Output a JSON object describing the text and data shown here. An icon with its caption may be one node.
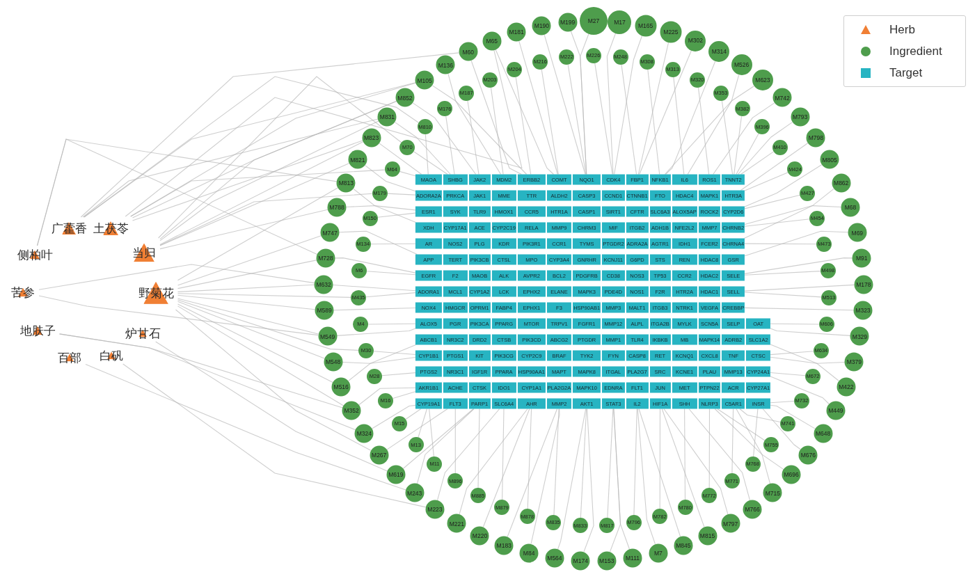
{
  "diagram": {
    "nodes": [
      {
        "text": [
          "广藿香"
        ]
      },
      {
        "text": [
          "土茯苓"
        ]
      },
      {
        "text": [
          "侧柏叶"
        ]
      },
      {
        "text": [
          "当归"
        ]
      },
      {
        "text": [
          "苦参"
        ]
      },
      {
        "text": [
          "野菊花"
        ]
      },
      {
        "text": [
          "地肤子"
        ]
      },
      {
        "text": [
          "炉甘石"
        ]
      },
      {
        "text": [
          "百部"
        ]
      },
      {
        "text": [
          "白矾"
        ]
      },
      {
        "text": [
          "M27"
        ]
      },
      {
        "text": [
          "M17"
        ]
      },
      {
        "text": [
          "M165"
        ]
      },
      {
        "text": [
          "M225"
        ]
      },
      {
        "text": [
          "M302"
        ]
      },
      {
        "text": [
          "M314"
        ]
      },
      {
        "text": [
          "M526"
        ]
      },
      {
        "text": [
          "M623"
        ]
      },
      {
        "text": [
          "M742"
        ]
      },
      {
        "text": [
          "M793"
        ]
      },
      {
        "text": [
          "M798"
        ]
      },
      {
        "text": [
          "M805"
        ]
      },
      {
        "text": [
          "M862"
        ]
      },
      {
        "text": [
          "M68"
        ]
      },
      {
        "text": [
          "M69"
        ]
      },
      {
        "text": [
          "M91"
        ]
      },
      {
        "text": [
          "M178"
        ]
      },
      {
        "text": [
          "M323"
        ]
      },
      {
        "text": [
          "M329"
        ]
      },
      {
        "text": [
          "M379"
        ]
      },
      {
        "text": [
          "M422"
        ]
      },
      {
        "text": [
          "M449"
        ]
      },
      {
        "text": [
          "M648"
        ]
      },
      {
        "text": [
          "M676"
        ]
      },
      {
        "text": [
          "M696"
        ]
      },
      {
        "text": [
          "M715"
        ]
      },
      {
        "text": [
          "M766"
        ]
      },
      {
        "text": [
          "M797"
        ]
      },
      {
        "text": [
          "M815"
        ]
      },
      {
        "text": [
          "M845"
        ]
      },
      {
        "text": [
          "M7"
        ]
      },
      {
        "text": [
          "M111"
        ]
      },
      {
        "text": [
          "M153"
        ]
      },
      {
        "text": [
          "M174"
        ]
      },
      {
        "text": [
          "M564"
        ]
      },
      {
        "text": [
          "M84"
        ]
      },
      {
        "text": [
          "M183"
        ]
      },
      {
        "text": [
          "M220"
        ]
      },
      {
        "text": [
          "M221"
        ]
      },
      {
        "text": [
          "M223"
        ]
      },
      {
        "text": [
          "M243"
        ]
      },
      {
        "text": [
          "M619"
        ]
      },
      {
        "text": [
          "M267"
        ]
      },
      {
        "text": [
          "M324"
        ]
      },
      {
        "text": [
          "M352"
        ]
      },
      {
        "text": [
          "M516"
        ]
      },
      {
        "text": [
          "M548"
        ]
      },
      {
        "text": [
          "M549"
        ]
      },
      {
        "text": [
          "M589"
        ]
      },
      {
        "text": [
          "M632"
        ]
      },
      {
        "text": [
          "M728"
        ]
      },
      {
        "text": [
          "M747"
        ]
      },
      {
        "text": [
          "M788"
        ]
      },
      {
        "text": [
          "M813"
        ]
      },
      {
        "text": [
          "M821"
        ]
      },
      {
        "text": [
          "M823"
        ]
      },
      {
        "text": [
          "M831"
        ]
      },
      {
        "text": [
          "M852"
        ]
      },
      {
        "text": [
          "M105"
        ]
      },
      {
        "text": [
          "M136"
        ]
      },
      {
        "text": [
          "M60"
        ]
      },
      {
        "text": [
          "M65"
        ]
      },
      {
        "text": [
          "M181"
        ]
      },
      {
        "text": [
          "M190"
        ]
      },
      {
        "text": [
          "M199"
        ]
      },
      {
        "text": [
          "M226"
        ]
      },
      {
        "text": [
          "M248"
        ]
      },
      {
        "text": [
          "M308"
        ]
      },
      {
        "text": [
          "M313"
        ]
      },
      {
        "text": [
          "M320"
        ]
      },
      {
        "text": [
          "M353"
        ]
      },
      {
        "text": [
          "M382"
        ]
      },
      {
        "text": [
          "M396"
        ]
      },
      {
        "text": [
          "M410"
        ]
      },
      {
        "text": [
          "M424"
        ]
      },
      {
        "text": [
          "M427"
        ]
      },
      {
        "text": [
          "M454"
        ]
      },
      {
        "text": [
          "M473"
        ]
      },
      {
        "text": [
          "M498"
        ]
      },
      {
        "text": [
          "M513"
        ]
      },
      {
        "text": [
          "M606"
        ]
      },
      {
        "text": [
          "M634"
        ]
      },
      {
        "text": [
          "M672"
        ]
      },
      {
        "text": [
          "M732"
        ]
      },
      {
        "text": [
          "M741"
        ]
      },
      {
        "text": [
          "M755"
        ]
      },
      {
        "text": [
          "M768"
        ]
      },
      {
        "text": [
          "M771"
        ]
      },
      {
        "text": [
          "M772"
        ]
      },
      {
        "text": [
          "M780"
        ]
      },
      {
        "text": [
          "M782"
        ]
      },
      {
        "text": [
          "M796"
        ]
      },
      {
        "text": [
          "M817"
        ]
      },
      {
        "text": [
          "M833"
        ]
      },
      {
        "text": [
          "M835"
        ]
      },
      {
        "text": [
          "M878"
        ]
      },
      {
        "text": [
          "M879"
        ]
      },
      {
        "text": [
          "M885"
        ]
      },
      {
        "text": [
          "M896"
        ]
      },
      {
        "text": [
          "M11"
        ]
      },
      {
        "text": [
          "M13"
        ]
      },
      {
        "text": [
          "M15"
        ]
      },
      {
        "text": [
          "M16"
        ]
      },
      {
        "text": [
          "M28"
        ]
      },
      {
        "text": [
          "M30"
        ]
      },
      {
        "text": [
          "M4"
        ]
      },
      {
        "text": [
          "M435"
        ]
      },
      {
        "text": [
          "M6"
        ]
      },
      {
        "text": [
          "M134"
        ]
      },
      {
        "text": [
          "M150"
        ]
      },
      {
        "text": [
          "M179"
        ]
      },
      {
        "text": [
          "M64"
        ]
      },
      {
        "text": [
          "M70"
        ]
      },
      {
        "text": [
          "M810"
        ]
      },
      {
        "text": [
          "M176"
        ]
      },
      {
        "text": [
          "M187"
        ]
      },
      {
        "text": [
          "M203"
        ]
      },
      {
        "text": [
          "M204"
        ]
      },
      {
        "text": [
          "M216"
        ]
      },
      {
        "text": [
          "M222"
        ]
      },
      {
        "text": [
          "MAOA"
        ]
      },
      {
        "text": [
          "SHBG"
        ]
      },
      {
        "text": [
          "JAK2"
        ]
      },
      {
        "text": [
          "MDM2"
        ]
      },
      {
        "text": [
          "ERBB2"
        ]
      },
      {
        "text": [
          "COMT"
        ]
      },
      {
        "text": [
          "NQO1"
        ]
      },
      {
        "text": [
          "CDK4"
        ]
      },
      {
        "text": [
          "FBP1"
        ]
      },
      {
        "text": [
          "NFKB1"
        ]
      },
      {
        "text": [
          "IL6"
        ]
      },
      {
        "text": [
          "ROS1"
        ]
      },
      {
        "text": [
          "TNNT2"
        ]
      },
      {
        "text": [
          "ADORA2A"
        ]
      },
      {
        "text": [
          "PRKCA"
        ]
      },
      {
        "text": [
          "JAK1"
        ]
      },
      {
        "text": [
          "MME"
        ]
      },
      {
        "text": [
          "TTR"
        ]
      },
      {
        "text": [
          "ALDH2"
        ]
      },
      {
        "text": [
          "CASP3"
        ]
      },
      {
        "text": [
          "CCND1"
        ]
      },
      {
        "text": [
          "CTNNB1"
        ]
      },
      {
        "text": [
          "FTO"
        ]
      },
      {
        "text": [
          "HDAC4"
        ]
      },
      {
        "text": [
          "MAPK1"
        ]
      },
      {
        "text": [
          "HTR3A"
        ]
      },
      {
        "text": [
          "ESR1"
        ]
      },
      {
        "text": [
          "SYK"
        ]
      },
      {
        "text": [
          "TLR9"
        ]
      },
      {
        "text": [
          "HMOX1"
        ]
      },
      {
        "text": [
          "CCR5"
        ]
      },
      {
        "text": [
          "HTR1A"
        ]
      },
      {
        "text": [
          "CASP1"
        ]
      },
      {
        "text": [
          "SIRT1"
        ]
      },
      {
        "text": [
          "CFTR"
        ]
      },
      {
        "text": [
          "SLC6A3"
        ]
      },
      {
        "text": [
          "ALOX5AP"
        ]
      },
      {
        "text": [
          "ROCK2"
        ]
      },
      {
        "text": [
          "CYP2D6"
        ]
      },
      {
        "text": [
          "XDH"
        ]
      },
      {
        "text": [
          "CYP17A1"
        ]
      },
      {
        "text": [
          "ACE"
        ]
      },
      {
        "text": [
          "CYP2C19"
        ]
      },
      {
        "text": [
          "RELA"
        ]
      },
      {
        "text": [
          "MMP9"
        ]
      },
      {
        "text": [
          "CHRM3"
        ]
      },
      {
        "text": [
          "MIF"
        ]
      },
      {
        "text": [
          "ITGB2"
        ]
      },
      {
        "text": [
          "ADH1B"
        ]
      },
      {
        "text": [
          "NFE2L2"
        ]
      },
      {
        "text": [
          "MMP7"
        ]
      },
      {
        "text": [
          "CHRNB2"
        ]
      },
      {
        "text": [
          "AR"
        ]
      },
      {
        "text": [
          "NOS2"
        ]
      },
      {
        "text": [
          "PLG"
        ]
      },
      {
        "text": [
          "KDR"
        ]
      },
      {
        "text": [
          "PIK3R1"
        ]
      },
      {
        "text": [
          "CCR1"
        ]
      },
      {
        "text": [
          "TYMS"
        ]
      },
      {
        "text": [
          "PTGDR2"
        ]
      },
      {
        "text": [
          "ADRA2A"
        ]
      },
      {
        "text": [
          "AGTR1"
        ]
      },
      {
        "text": [
          "IDH1"
        ]
      },
      {
        "text": [
          "FCER2"
        ]
      },
      {
        "text": [
          "CHRNA4"
        ]
      },
      {
        "text": [
          "APP"
        ]
      },
      {
        "text": [
          "TERT"
        ]
      },
      {
        "text": [
          "PIK3CB"
        ]
      },
      {
        "text": [
          "CTSL"
        ]
      },
      {
        "text": [
          "MPO"
        ]
      },
      {
        "text": [
          "CYP3A4"
        ]
      },
      {
        "text": [
          "GNRHR"
        ]
      },
      {
        "text": [
          "KCNJ11"
        ]
      },
      {
        "text": [
          "G6PD"
        ]
      },
      {
        "text": [
          "STS"
        ]
      },
      {
        "text": [
          "REN"
        ]
      },
      {
        "text": [
          "HDAC8"
        ]
      },
      {
        "text": [
          "GSR"
        ]
      },
      {
        "text": [
          "EGFR"
        ]
      },
      {
        "text": [
          "F2"
        ]
      },
      {
        "text": [
          "MAOB"
        ]
      },
      {
        "text": [
          "ALK"
        ]
      },
      {
        "text": [
          "AVPR2"
        ]
      },
      {
        "text": [
          "BCL2"
        ]
      },
      {
        "text": [
          "PDGFRB"
        ]
      },
      {
        "text": [
          "CD38"
        ]
      },
      {
        "text": [
          "NOS3"
        ]
      },
      {
        "text": [
          "TP53"
        ]
      },
      {
        "text": [
          "CCR2"
        ]
      },
      {
        "text": [
          "HDAC2"
        ]
      },
      {
        "text": [
          "SELE"
        ]
      },
      {
        "text": [
          "ADORA1"
        ]
      },
      {
        "text": [
          "MCL1"
        ]
      },
      {
        "text": [
          "CYP1A2"
        ]
      },
      {
        "text": [
          "LCK"
        ]
      },
      {
        "text": [
          "EPHX2"
        ]
      },
      {
        "text": [
          "ELANE"
        ]
      },
      {
        "text": [
          "MAPK3"
        ]
      },
      {
        "text": [
          "PDE4D"
        ]
      },
      {
        "text": [
          "NOS1"
        ]
      },
      {
        "text": [
          "F2R"
        ]
      },
      {
        "text": [
          "HTR2A"
        ]
      },
      {
        "text": [
          "HDAC1"
        ]
      },
      {
        "text": [
          "SELL"
        ]
      },
      {
        "text": [
          "NOX4"
        ]
      },
      {
        "text": [
          "HMGCR"
        ]
      },
      {
        "text": [
          "OPRM1"
        ]
      },
      {
        "text": [
          "FABP4"
        ]
      },
      {
        "text": [
          "EPHX1"
        ]
      },
      {
        "text": [
          "F3"
        ]
      },
      {
        "text": [
          "HSP90AB1"
        ]
      },
      {
        "text": [
          "MMP3"
        ]
      },
      {
        "text": [
          "MALT1"
        ]
      },
      {
        "text": [
          "ITGB3"
        ]
      },
      {
        "text": [
          "NTRK1"
        ]
      },
      {
        "text": [
          "VEGFA"
        ]
      },
      {
        "text": [
          "CREBBP"
        ]
      },
      {
        "text": [
          "ALOX5"
        ]
      },
      {
        "text": [
          "PGR"
        ]
      },
      {
        "text": [
          "PIK3CA"
        ]
      },
      {
        "text": [
          "PPARG"
        ]
      },
      {
        "text": [
          "MTOR"
        ]
      },
      {
        "text": [
          "TRPV1"
        ]
      },
      {
        "text": [
          "FGFR1"
        ]
      },
      {
        "text": [
          "MMP12"
        ]
      },
      {
        "text": [
          "ALPL"
        ]
      },
      {
        "text": [
          "ITGA2B"
        ]
      },
      {
        "text": [
          "MYLK"
        ]
      },
      {
        "text": [
          "SCN5A"
        ]
      },
      {
        "text": [
          "SELP"
        ]
      },
      {
        "text": [
          "OAT"
        ]
      },
      {
        "text": [
          "ABCB1"
        ]
      },
      {
        "text": [
          "NR3C2"
        ]
      },
      {
        "text": [
          "DRD2"
        ]
      },
      {
        "text": [
          "CTSB"
        ]
      },
      {
        "text": [
          "PIK3CD"
        ]
      },
      {
        "text": [
          "ABCG2"
        ]
      },
      {
        "text": [
          "PTGDR"
        ]
      },
      {
        "text": [
          "MMP1"
        ]
      },
      {
        "text": [
          "TLR4"
        ]
      },
      {
        "text": [
          "IKBKB"
        ]
      },
      {
        "text": [
          "MB"
        ]
      },
      {
        "text": [
          "MAPK14"
        ]
      },
      {
        "text": [
          "ADRB2"
        ]
      },
      {
        "text": [
          "SLC1A2"
        ]
      },
      {
        "text": [
          "CYP1B1"
        ]
      },
      {
        "text": [
          "PTGS1"
        ]
      },
      {
        "text": [
          "KIT"
        ]
      },
      {
        "text": [
          "PIK3CG"
        ]
      },
      {
        "text": [
          "CYP2C9"
        ]
      },
      {
        "text": [
          "BRAF"
        ]
      },
      {
        "text": [
          "TYK2"
        ]
      },
      {
        "text": [
          "FYN"
        ]
      },
      {
        "text": [
          "CASP8"
        ]
      },
      {
        "text": [
          "RET"
        ]
      },
      {
        "text": [
          "KCNQ1"
        ]
      },
      {
        "text": [
          "CXCL8"
        ]
      },
      {
        "text": [
          "TNF"
        ]
      },
      {
        "text": [
          "CTSC"
        ]
      },
      {
        "text": [
          "PTGS2"
        ]
      },
      {
        "text": [
          "NR3C1"
        ]
      },
      {
        "text": [
          "IGF1R"
        ]
      },
      {
        "text": [
          "PPARA"
        ]
      },
      {
        "text": [
          "HSP90AA1"
        ]
      },
      {
        "text": [
          "MAPT"
        ]
      },
      {
        "text": [
          "MAPK8"
        ]
      },
      {
        "text": [
          "ITGAL"
        ]
      },
      {
        "text": [
          "PLA2G7"
        ]
      },
      {
        "text": [
          "SRC"
        ]
      },
      {
        "text": [
          "KCNE1"
        ]
      },
      {
        "text": [
          "PLAU"
        ]
      },
      {
        "text": [
          "MMP13"
        ]
      },
      {
        "text": [
          "CYP24A1"
        ]
      },
      {
        "text": [
          "AKR1B1"
        ]
      },
      {
        "text": [
          "ACHE"
        ]
      },
      {
        "text": [
          "CTSK"
        ]
      },
      {
        "text": [
          "IDO1"
        ]
      },
      {
        "text": [
          "CYP1A1"
        ]
      },
      {
        "text": [
          "PLA2G2A"
        ]
      },
      {
        "text": [
          "MAPK10"
        ]
      },
      {
        "text": [
          "EDNRA"
        ]
      },
      {
        "text": [
          "FLT1"
        ]
      },
      {
        "text": [
          "JUN"
        ]
      },
      {
        "text": [
          "MET"
        ]
      },
      {
        "text": [
          "PTPN22"
        ]
      },
      {
        "text": [
          "ACR"
        ]
      },
      {
        "text": [
          "CYP27A1"
        ]
      },
      {
        "text": [
          "CYP19A1"
        ]
      },
      {
        "text": [
          "FLT3"
        ]
      },
      {
        "text": [
          "PARP1"
        ]
      },
      {
        "text": [
          "SLC6A4"
        ]
      },
      {
        "text": [
          "AHR"
        ]
      },
      {
        "text": [
          "MMP2"
        ]
      },
      {
        "text": [
          "AKT1"
        ]
      },
      {
        "text": [
          "STAT3"
        ]
      },
      {
        "text": [
          "IL2"
        ]
      },
      {
        "text": [
          "HIF1A"
        ]
      },
      {
        "text": [
          "SHH"
        ]
      },
      {
        "text": [
          "NLRP3"
        ]
      },
      {
        "text": [
          "C5AR1"
        ]
      },
      {
        "text": [
          "INSR"
        ]
      }
    ],
    "edges": [
      {
        "from": 0,
        "to": 66,
        "arrow": "none"
      },
      {
        "from": 0,
        "to": 68,
        "arrow": "none"
      },
      {
        "from": 0,
        "to": 70,
        "arrow": "none"
      },
      {
        "from": 0,
        "to": 123,
        "arrow": "none"
      },
      {
        "from": 1,
        "to": 65,
        "arrow": "none"
      },
      {
        "from": 1,
        "to": 67,
        "arrow": "none"
      },
      {
        "from": 1,
        "to": 68,
        "arrow": "none"
      },
      {
        "from": 1,
        "to": 71,
        "arrow": "none"
      },
      {
        "from": 1,
        "to": 121,
        "arrow": "none"
      },
      {
        "from": 2,
        "to": 60,
        "arrow": "none"
      },
      {
        "from": 2,
        "to": 63,
        "arrow": "none"
      },
      {
        "from": 3,
        "to": 62,
        "arrow": "none"
      },
      {
        "from": 3,
        "to": 64,
        "arrow": "none"
      },
      {
        "from": 3,
        "to": 65,
        "arrow": "none"
      },
      {
        "from": 3,
        "to": 66,
        "arrow": "none"
      },
      {
        "from": 3,
        "to": 67,
        "arrow": "none"
      },
      {
        "from": 3,
        "to": 120,
        "arrow": "none"
      },
      {
        "from": 3,
        "to": 122,
        "arrow": "none"
      },
      {
        "from": 4,
        "to": 57,
        "arrow": "none"
      },
      {
        "from": 4,
        "to": 59,
        "arrow": "none"
      },
      {
        "from": 5,
        "to": 52,
        "arrow": "none"
      },
      {
        "from": 5,
        "to": 54,
        "arrow": "none"
      },
      {
        "from": 5,
        "to": 55,
        "arrow": "none"
      },
      {
        "from": 5,
        "to": 56,
        "arrow": "none"
      },
      {
        "from": 5,
        "to": 57,
        "arrow": "none"
      },
      {
        "from": 5,
        "to": 58,
        "arrow": "none"
      },
      {
        "from": 5,
        "to": 59,
        "arrow": "none"
      },
      {
        "from": 5,
        "to": 60,
        "arrow": "none"
      },
      {
        "from": 5,
        "to": 61,
        "arrow": "none"
      },
      {
        "from": 5,
        "to": 63,
        "arrow": "none"
      },
      {
        "from": 5,
        "to": 114,
        "arrow": "none"
      },
      {
        "from": 5,
        "to": 116,
        "arrow": "none"
      },
      {
        "from": 6,
        "to": 53,
        "arrow": "none"
      },
      {
        "from": 6,
        "to": 54,
        "arrow": "none"
      },
      {
        "from": 7,
        "to": 51,
        "arrow": "none"
      },
      {
        "from": 8,
        "to": 50,
        "arrow": "none"
      },
      {
        "from": 9,
        "to": 49,
        "arrow": "none"
      },
      {
        "from": 10,
        "to": 136,
        "arrow": "none"
      },
      {
        "from": 11,
        "to": 137,
        "arrow": "none"
      },
      {
        "from": 12,
        "to": 137,
        "arrow": "none"
      },
      {
        "from": 13,
        "to": 138,
        "arrow": "none"
      },
      {
        "from": 14,
        "to": 138,
        "arrow": "none"
      },
      {
        "from": 15,
        "to": 139,
        "arrow": "none"
      },
      {
        "from": 16,
        "to": 139,
        "arrow": "none"
      },
      {
        "from": 17,
        "to": 140,
        "arrow": "none"
      },
      {
        "from": 18,
        "to": 141,
        "arrow": "none"
      },
      {
        "from": 19,
        "to": 142,
        "arrow": "none"
      },
      {
        "from": 20,
        "to": 155,
        "arrow": "none"
      },
      {
        "from": 21,
        "to": 168,
        "arrow": "none"
      },
      {
        "from": 22,
        "to": 181,
        "arrow": "none"
      },
      {
        "from": 23,
        "to": 194,
        "arrow": "none"
      },
      {
        "from": 24,
        "to": 207,
        "arrow": "none"
      },
      {
        "from": 25,
        "to": 220,
        "arrow": "none"
      },
      {
        "from": 26,
        "to": 233,
        "arrow": "none"
      },
      {
        "from": 27,
        "to": 246,
        "arrow": "none"
      },
      {
        "from": 28,
        "to": 260,
        "arrow": "none"
      },
      {
        "from": 29,
        "to": 274,
        "arrow": "none"
      },
      {
        "from": 30,
        "to": 288,
        "arrow": "none"
      },
      {
        "from": 31,
        "to": 302,
        "arrow": "none"
      },
      {
        "from": 32,
        "to": 330,
        "arrow": "none"
      },
      {
        "from": 33,
        "to": 330,
        "arrow": "none"
      },
      {
        "from": 34,
        "to": 329,
        "arrow": "none"
      },
      {
        "from": 35,
        "to": 328,
        "arrow": "none"
      },
      {
        "from": 36,
        "to": 327,
        "arrow": "none"
      },
      {
        "from": 37,
        "to": 326,
        "arrow": "none"
      },
      {
        "from": 38,
        "to": 326,
        "arrow": "none"
      },
      {
        "from": 39,
        "to": 325,
        "arrow": "none"
      },
      {
        "from": 40,
        "to": 325,
        "arrow": "none"
      },
      {
        "from": 41,
        "to": 324,
        "arrow": "none"
      },
      {
        "from": 42,
        "to": 324,
        "arrow": "none"
      },
      {
        "from": 43,
        "to": 323,
        "arrow": "none"
      },
      {
        "from": 44,
        "to": 323,
        "arrow": "none"
      },
      {
        "from": 45,
        "to": 322,
        "arrow": "none"
      },
      {
        "from": 46,
        "to": 322,
        "arrow": "none"
      },
      {
        "from": 47,
        "to": 321,
        "arrow": "none"
      },
      {
        "from": 48,
        "to": 321,
        "arrow": "none"
      },
      {
        "from": 49,
        "to": 320,
        "arrow": "none"
      },
      {
        "from": 50,
        "to": 319,
        "arrow": "none"
      },
      {
        "from": 51,
        "to": 319,
        "arrow": "none"
      },
      {
        "from": 52,
        "to": 318,
        "arrow": "none"
      },
      {
        "from": 53,
        "to": 317,
        "arrow": "none"
      },
      {
        "from": 54,
        "to": 303,
        "arrow": "none"
      },
      {
        "from": 55,
        "to": 275,
        "arrow": "none"
      },
      {
        "from": 56,
        "to": 261,
        "arrow": "none"
      },
      {
        "from": 57,
        "to": 247,
        "arrow": "none"
      },
      {
        "from": 58,
        "to": 234,
        "arrow": "none"
      },
      {
        "from": 59,
        "to": 221,
        "arrow": "none"
      },
      {
        "from": 60,
        "to": 208,
        "arrow": "none"
      },
      {
        "from": 61,
        "to": 195,
        "arrow": "none"
      },
      {
        "from": 62,
        "to": 169,
        "arrow": "none"
      },
      {
        "from": 63,
        "to": 156,
        "arrow": "none"
      },
      {
        "from": 64,
        "to": 143,
        "arrow": "none"
      },
      {
        "from": 65,
        "to": 130,
        "arrow": "none"
      },
      {
        "from": 66,
        "to": 131,
        "arrow": "none"
      },
      {
        "from": 67,
        "to": 132,
        "arrow": "none"
      },
      {
        "from": 68,
        "to": 133,
        "arrow": "none"
      },
      {
        "from": 69,
        "to": 134,
        "arrow": "none"
      },
      {
        "from": 70,
        "to": 134,
        "arrow": "none"
      },
      {
        "from": 71,
        "to": 135,
        "arrow": "none"
      },
      {
        "from": 72,
        "to": 135,
        "arrow": "none"
      },
      {
        "from": 73,
        "to": 136,
        "arrow": "none"
      },
      {
        "from": 74,
        "to": 136,
        "arrow": "none"
      },
      {
        "from": 75,
        "to": 137,
        "arrow": "none"
      },
      {
        "from": 76,
        "to": 138,
        "arrow": "none"
      },
      {
        "from": 77,
        "to": 139,
        "arrow": "none"
      },
      {
        "from": 78,
        "to": 140,
        "arrow": "none"
      },
      {
        "from": 79,
        "to": 141,
        "arrow": "none"
      },
      {
        "from": 80,
        "to": 142,
        "arrow": "none"
      },
      {
        "from": 81,
        "to": 142,
        "arrow": "none"
      },
      {
        "from": 82,
        "to": 142,
        "arrow": "none"
      },
      {
        "from": 83,
        "to": 142,
        "arrow": "none"
      },
      {
        "from": 84,
        "to": 155,
        "arrow": "none"
      },
      {
        "from": 85,
        "to": 168,
        "arrow": "none"
      },
      {
        "from": 86,
        "to": 181,
        "arrow": "none"
      },
      {
        "from": 87,
        "to": 194,
        "arrow": "none"
      },
      {
        "from": 88,
        "to": 220,
        "arrow": "none"
      },
      {
        "from": 89,
        "to": 233,
        "arrow": "none"
      },
      {
        "from": 90,
        "to": 260,
        "arrow": "none"
      },
      {
        "from": 91,
        "to": 288,
        "arrow": "none"
      },
      {
        "from": 92,
        "to": 302,
        "arrow": "none"
      },
      {
        "from": 93,
        "to": 330,
        "arrow": "none"
      },
      {
        "from": 94,
        "to": 329,
        "arrow": "none"
      },
      {
        "from": 95,
        "to": 328,
        "arrow": "none"
      },
      {
        "from": 96,
        "to": 330,
        "arrow": "none"
      },
      {
        "from": 97,
        "to": 329,
        "arrow": "none"
      },
      {
        "from": 98,
        "to": 328,
        "arrow": "none"
      },
      {
        "from": 99,
        "to": 327,
        "arrow": "none"
      },
      {
        "from": 100,
        "to": 326,
        "arrow": "none"
      },
      {
        "from": 101,
        "to": 325,
        "arrow": "none"
      },
      {
        "from": 102,
        "to": 324,
        "arrow": "none"
      },
      {
        "from": 103,
        "to": 323,
        "arrow": "none"
      },
      {
        "from": 104,
        "to": 322,
        "arrow": "none"
      },
      {
        "from": 105,
        "to": 321,
        "arrow": "none"
      },
      {
        "from": 106,
        "to": 320,
        "arrow": "none"
      },
      {
        "from": 107,
        "to": 319,
        "arrow": "none"
      },
      {
        "from": 108,
        "to": 318,
        "arrow": "none"
      },
      {
        "from": 109,
        "to": 317,
        "arrow": "none"
      },
      {
        "from": 110,
        "to": 317,
        "arrow": "none"
      },
      {
        "from": 111,
        "to": 317,
        "arrow": "none"
      },
      {
        "from": 112,
        "to": 303,
        "arrow": "none"
      },
      {
        "from": 113,
        "to": 289,
        "arrow": "none"
      },
      {
        "from": 114,
        "to": 275,
        "arrow": "none"
      },
      {
        "from": 115,
        "to": 247,
        "arrow": "none"
      },
      {
        "from": 116,
        "to": 221,
        "arrow": "none"
      },
      {
        "from": 117,
        "to": 208,
        "arrow": "none"
      },
      {
        "from": 118,
        "to": 182,
        "arrow": "none"
      },
      {
        "from": 119,
        "to": 156,
        "arrow": "none"
      },
      {
        "from": 120,
        "to": 143,
        "arrow": "none"
      },
      {
        "from": 121,
        "to": 130,
        "arrow": "none"
      },
      {
        "from": 122,
        "to": 131,
        "arrow": "none"
      },
      {
        "from": 123,
        "to": 130,
        "arrow": "none"
      },
      {
        "from": 124,
        "to": 131,
        "arrow": "none"
      },
      {
        "from": 125,
        "to": 132,
        "arrow": "none"
      },
      {
        "from": 126,
        "to": 133,
        "arrow": "none"
      },
      {
        "from": 127,
        "to": 134,
        "arrow": "none"
      },
      {
        "from": 128,
        "to": 135,
        "arrow": "none"
      },
      {
        "from": 129,
        "to": 136,
        "arrow": "none"
      }
    ],
    "legend": [
      {
        "text": "Herb",
        "color": "#f07f34"
      },
      {
        "text": "Ingredient",
        "color": "#4e9d4c"
      },
      {
        "text": "Target",
        "color": "#27b4c2"
      }
    ]
  }
}
